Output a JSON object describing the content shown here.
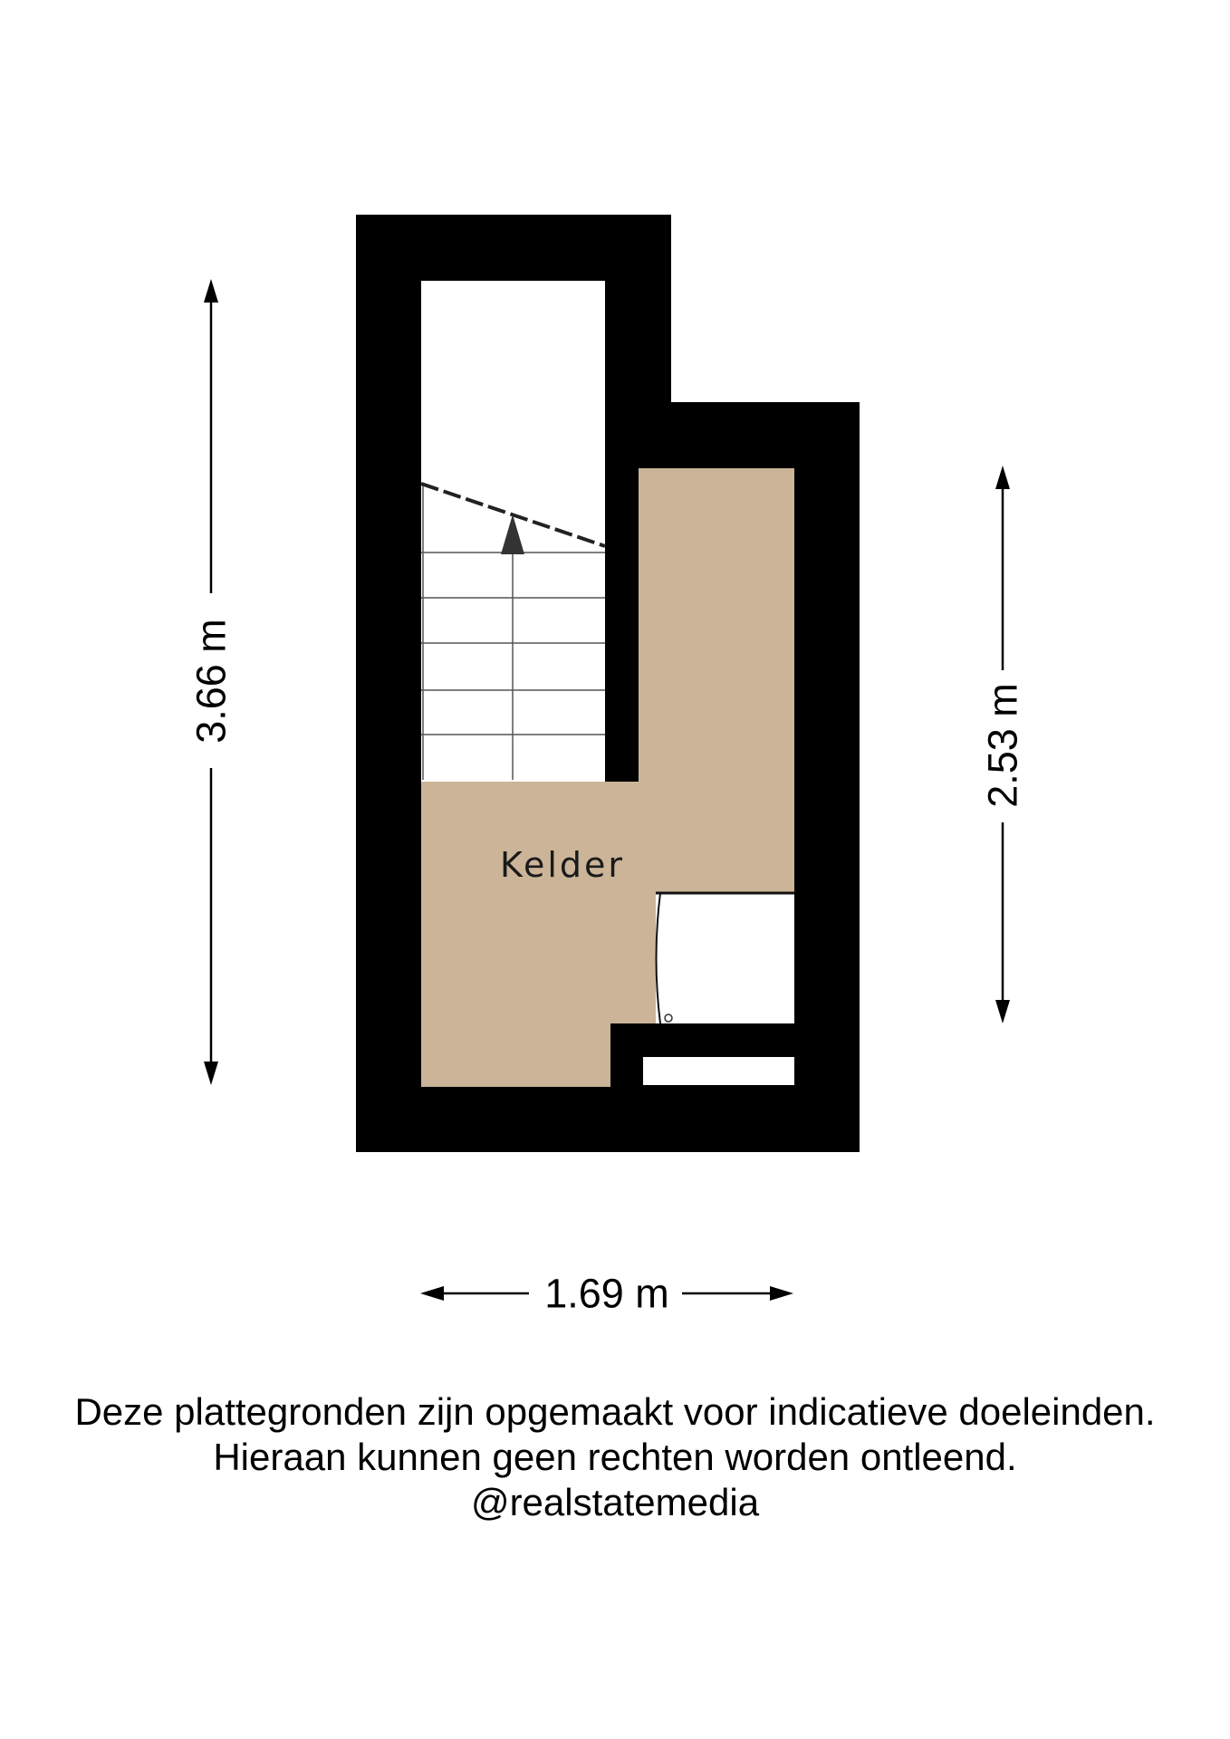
{
  "room": {
    "label": "Kelder"
  },
  "dimensions": {
    "left_height": "3.66 m",
    "right_height": "2.53 m",
    "bottom_width": "1.69 m"
  },
  "disclaimer": {
    "line1": "Deze plattegronden zijn opgemaakt voor indicatieve doeleinden.",
    "line2": "Hieraan kunnen geen rechten worden ontleend.",
    "line3": "@realstatemedia"
  },
  "colors": {
    "wall": "#000000",
    "floor": "#cbb498",
    "background": "#ffffff"
  },
  "icons": {
    "stairs": "stairs-icon",
    "appliance": "washing-machine-icon"
  }
}
